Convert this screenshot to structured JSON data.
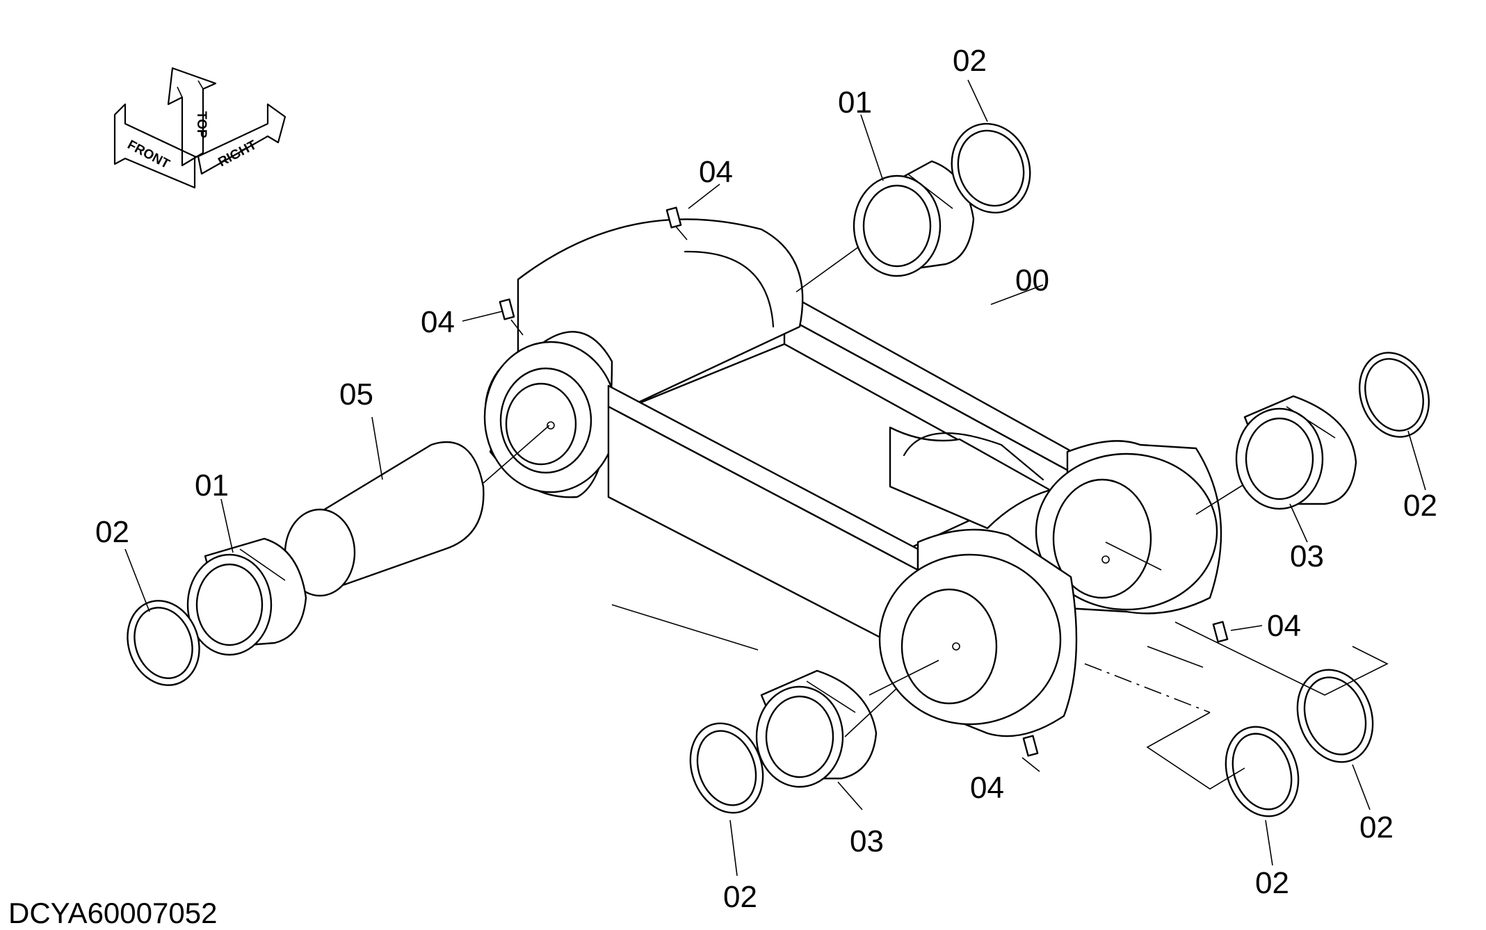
{
  "drawing_code": "DCYA60007052",
  "orientation": {
    "front": "FRONT",
    "top": "TOP",
    "right": "RIGHT"
  },
  "callouts": [
    {
      "id": "c-00",
      "label": "00"
    },
    {
      "id": "c-01a",
      "label": "01"
    },
    {
      "id": "c-01b",
      "label": "01"
    },
    {
      "id": "c-02a",
      "label": "02"
    },
    {
      "id": "c-02b",
      "label": "02"
    },
    {
      "id": "c-02c",
      "label": "02"
    },
    {
      "id": "c-02d",
      "label": "02"
    },
    {
      "id": "c-02e",
      "label": "02"
    },
    {
      "id": "c-02f",
      "label": "02"
    },
    {
      "id": "c-03a",
      "label": "03"
    },
    {
      "id": "c-03b",
      "label": "03"
    },
    {
      "id": "c-04a",
      "label": "04"
    },
    {
      "id": "c-04b",
      "label": "04"
    },
    {
      "id": "c-04c",
      "label": "04"
    },
    {
      "id": "c-04d",
      "label": "04"
    },
    {
      "id": "c-05",
      "label": "05"
    }
  ]
}
